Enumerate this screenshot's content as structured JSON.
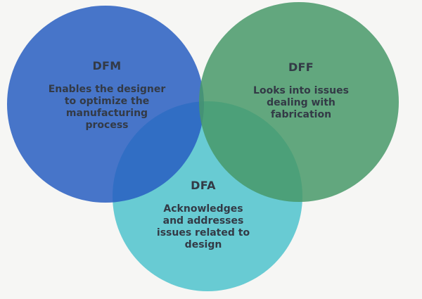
{
  "page": {
    "background_color": "#f6f6f4",
    "text_color": "#333a46"
  },
  "diagram": {
    "type": "venn",
    "circles": [
      {
        "id": "dfm",
        "title": "DFM",
        "description": "Enables the designer\nto optimize the\nmanufacturing\nprocess",
        "fill_color": "rgba(40,94,193,0.85)",
        "apparent_color": "#4877c7"
      },
      {
        "id": "dff",
        "title": "DFF",
        "description": "Looks into issues\ndealing with\nfabrication",
        "fill_color": "rgba(72,153,104,0.85)",
        "apparent_color": "#62a77e"
      },
      {
        "id": "dfa",
        "title": "DFA",
        "description": "Acknowledges\nand addresses\nissues related to\ndesign",
        "fill_color": "#68cbd3",
        "apparent_color": "#68cbd3"
      }
    ]
  }
}
